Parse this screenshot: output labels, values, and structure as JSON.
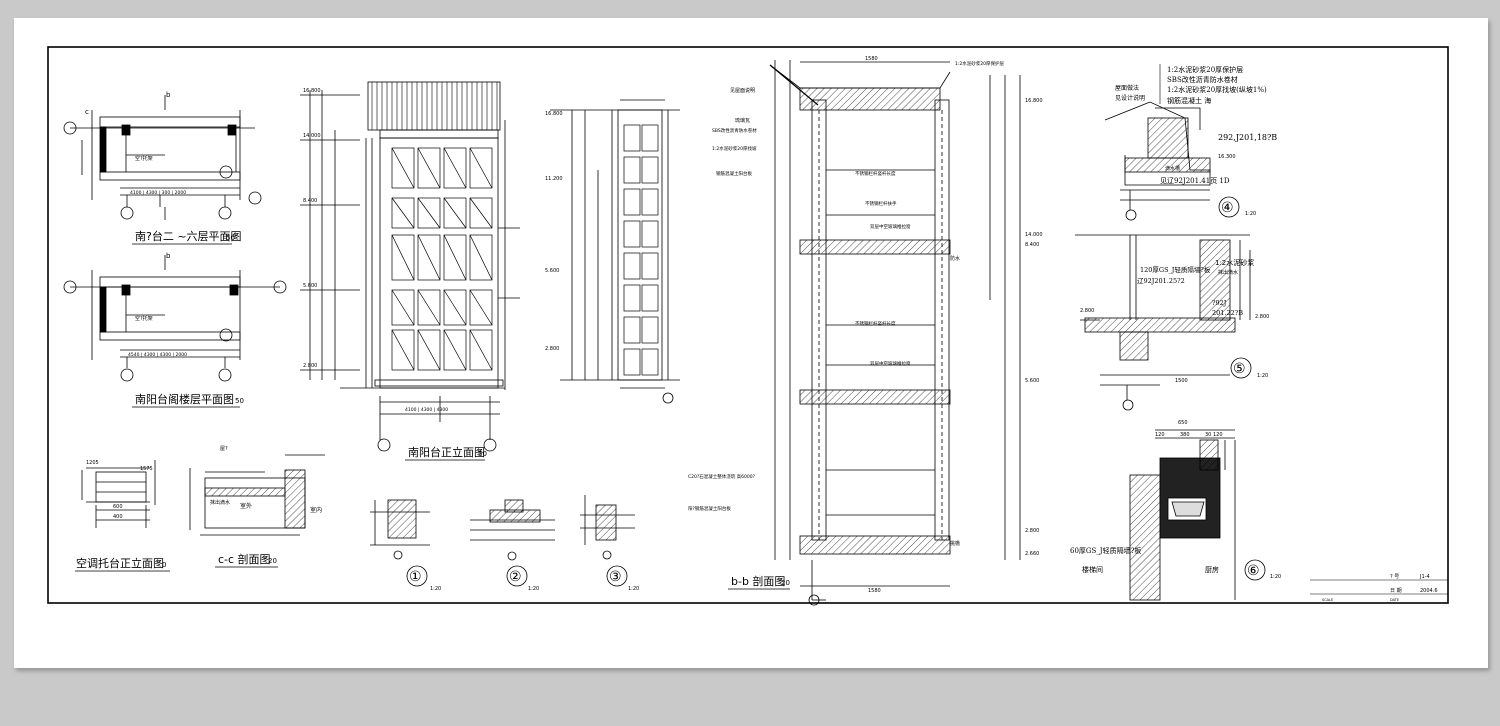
{
  "sheet": {
    "drawing_no_label": "? 号",
    "drawing_no": "J1-4",
    "date_label": "日 期",
    "date": "2004.6",
    "scale_label": "SCALE",
    "date_caption": "DATE"
  },
  "titles": {
    "plan_upper": "南?台二 ~六层平面图",
    "plan_upper_scale": "50",
    "plan_lower": "南阳台阁楼层平面图",
    "plan_lower_scale": "50",
    "front_elev": "南阳台正立面图",
    "front_elev_scale": "50",
    "ac_elev": "空调托台正立面图",
    "ac_elev_scale": "0",
    "cc_section": "c-c 剖面图",
    "cc_scale": "20",
    "bb_section": "b-b 剖面图",
    "bb_scale": "20"
  },
  "details": {
    "d1": "①",
    "d2": "②",
    "d3": "③",
    "d4": "④",
    "d5": "⑤",
    "d6": "⑥",
    "scale": "1:20"
  },
  "notes": {
    "roof_1": "1:2水泥砂浆20厚保护层",
    "roof_2": "SBS改性沥青防水卷材",
    "roof_3": "1:2水泥砂浆20厚找坡(纵坡1%)",
    "roof_4": "钢筋混凝土 海",
    "roof_design": "见设计说明",
    "roof_eaves": "屋面做法",
    "ref_292": "292,J201,18?B",
    "elev_16300": "16.300",
    "drip": "滴水槽",
    "ref_923": "见辽92J201.41页 1D",
    "d5_mortar": "1:2水泥砂浆",
    "d5_drip": "抹出滴水",
    "d5_ref1": "120厚GS_J轻质隔墙?板",
    "d5_ref2": "辽92J201.25?2",
    "d5_ref3": "?92J",
    "d5_ref4": "201.22?B",
    "d5_dim": "1500",
    "d5_elev": "2.800",
    "d6_wall": "60厚GS_J轻质隔墙?板",
    "d6_stair": "楼梯间",
    "d6_kitchen": "厨房",
    "d6_650": "650",
    "d6_120": "120",
    "d6_380": "380",
    "d6_30": "30 120",
    "bb_glazed": "琉璃瓦",
    "bb_mortar": "1:2水泥砂浆20厚保护层",
    "bb_sbs": "SBS改性沥青防水卷材",
    "bb_slope": "1:2水泥砂浆20厚找坡",
    "bb_panel": "钢筋混凝土阳台板",
    "bb_rail1": "不锈钢栏杆竖杆长度",
    "bb_rail2": "不锈钢栏杆扶手",
    "bb_glass": "双层中空玻璃推拉窗",
    "bb_c20": "C20?石混凝土整体浇筑 高6000?",
    "bb_slab": "阳?钢筋混凝土阳台板",
    "bb_water": "防水",
    "bb_eave": "挑檐",
    "bb_see": "见屋面说明",
    "elev_16800": "16.800",
    "elev_14000": "14.000",
    "elev_11200": "11.200",
    "elev_8400": "8.400",
    "elev_5600": "5.600",
    "elev_2800": "2.800",
    "elev_2660": "2.660",
    "dim_1580": "1580",
    "dim_1500": "1500",
    "dim_2800": "2800",
    "cc_outer": "室外",
    "cc_inner": "室内",
    "cc_top": "屋?",
    "cc_drip": "抹出滴水",
    "ac_1205": "1205",
    "ac_1575": "1575",
    "ac_600": "600",
    "ac_400": "400",
    "plan_dims_1": "4100 | 4300 | 300 | 2000",
    "plan_dims_2": "4540 | 4300 | 4300 | 2000",
    "plan_ac": "空?托架",
    "axis_b": "b",
    "axis_c": "c",
    "elev_dims": "4100 | 4300 | 4300"
  }
}
